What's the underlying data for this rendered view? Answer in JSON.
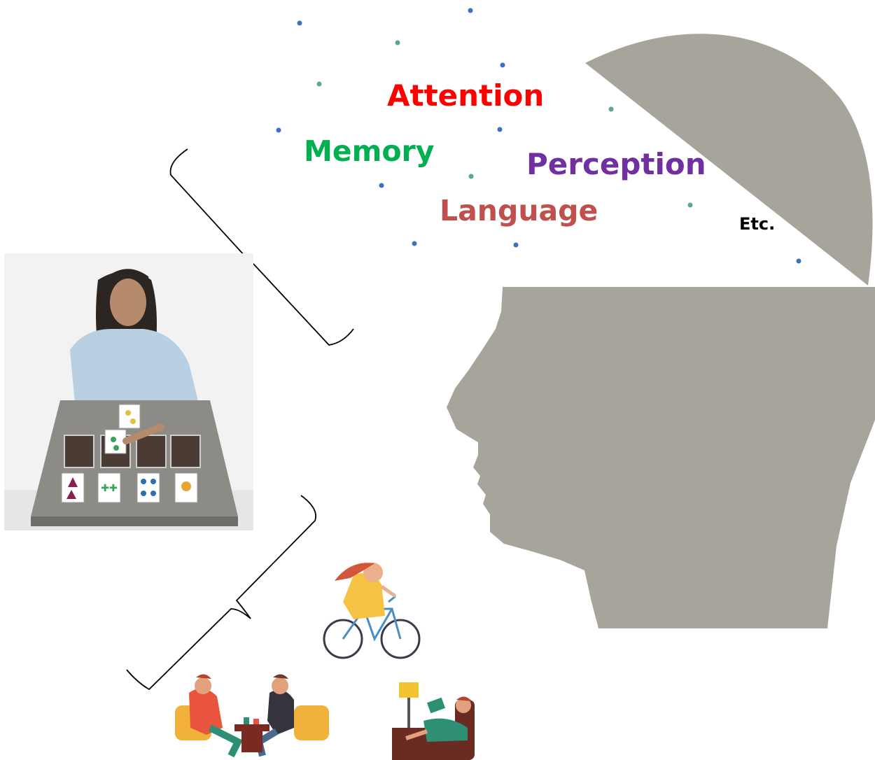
{
  "concepts": {
    "attention": "Attention",
    "memory": "Memory",
    "perception": "Perception",
    "language": "Language",
    "etc": "Etc."
  },
  "colors": {
    "attention": "#ff0000",
    "memory": "#00b050",
    "perception": "#7030a0",
    "language": "#c0504d",
    "etc": "#000000",
    "head": "#a6a49b",
    "dot_blue": "#3d6fc4",
    "dot_teal": "#5aa88a"
  }
}
